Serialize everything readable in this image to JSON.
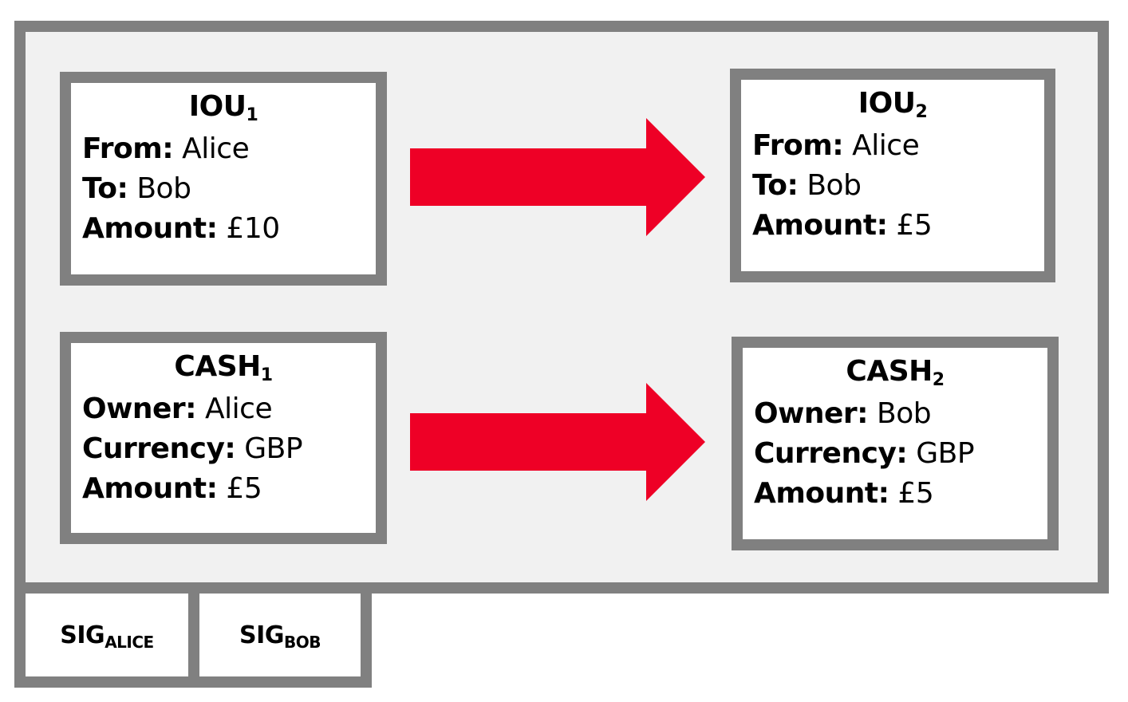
{
  "colors": {
    "border": "#808080",
    "frame_fill": "#f1f1f1",
    "box_fill": "#ffffff",
    "arrow": "#ee0026"
  },
  "inputs": {
    "iou": {
      "title": "IOU",
      "subscript": "1",
      "fields": [
        {
          "key": "From:",
          "value": "Alice"
        },
        {
          "key": "To:",
          "value": "Bob"
        },
        {
          "key": "Amount:",
          "value": "£10"
        }
      ]
    },
    "cash": {
      "title": "CASH",
      "subscript": "1",
      "fields": [
        {
          "key": "Owner:",
          "value": "Alice"
        },
        {
          "key": "Currency:",
          "value": "GBP"
        },
        {
          "key": "Amount:",
          "value": "£5"
        }
      ]
    }
  },
  "outputs": {
    "iou": {
      "title": "IOU",
      "subscript": "2",
      "fields": [
        {
          "key": "From:",
          "value": "Alice"
        },
        {
          "key": "To:",
          "value": "Bob"
        },
        {
          "key": "Amount:",
          "value": "£5"
        }
      ]
    },
    "cash": {
      "title": "CASH",
      "subscript": "2",
      "fields": [
        {
          "key": "Owner:",
          "value": "Bob"
        },
        {
          "key": "Currency:",
          "value": "GBP"
        },
        {
          "key": "Amount:",
          "value": "£5"
        }
      ]
    }
  },
  "signatures": [
    {
      "label": "SIG",
      "subscript": "ALICE"
    },
    {
      "label": "SIG",
      "subscript": "BOB"
    }
  ]
}
